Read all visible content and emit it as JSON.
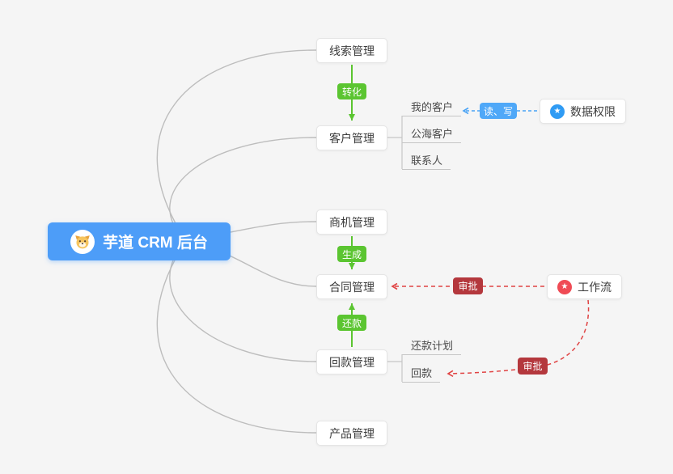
{
  "diagram": {
    "root": {
      "label": "芋道 CRM 后台",
      "icon": "dog-face"
    },
    "branches": [
      {
        "id": "leads",
        "label": "线索管理"
      },
      {
        "id": "customers",
        "label": "客户管理",
        "children": [
          {
            "label": "我的客户"
          },
          {
            "label": "公海客户"
          },
          {
            "label": "联系人"
          }
        ]
      },
      {
        "id": "opportunities",
        "label": "商机管理"
      },
      {
        "id": "contracts",
        "label": "合同管理"
      },
      {
        "id": "receivables",
        "label": "回款管理",
        "children": [
          {
            "label": "还款计划"
          },
          {
            "label": "回款"
          }
        ]
      },
      {
        "id": "products",
        "label": "产品管理"
      }
    ],
    "external_nodes": [
      {
        "id": "data-permission",
        "label": "数据权限",
        "icon": "star"
      },
      {
        "id": "workflow",
        "label": "工作流",
        "icon": "star"
      }
    ],
    "edges": [
      {
        "label": "转化",
        "from": "线索管理",
        "to": "客户管理",
        "style": "green-solid-arrow"
      },
      {
        "label": "生成",
        "from": "商机管理",
        "to": "合同管理",
        "style": "green-solid-arrow"
      },
      {
        "label": "还款",
        "from": "回款管理",
        "to": "合同管理",
        "style": "green-solid-arrow"
      },
      {
        "label": "读、写",
        "from": "数据权限",
        "to": "我的客户",
        "style": "blue-dashed-arrow"
      },
      {
        "label": "审批",
        "from": "工作流",
        "to": "合同管理",
        "style": "red-dashed-arrow"
      },
      {
        "label": "审批",
        "from": "工作流",
        "to": "回款",
        "style": "red-dashed-arrow"
      }
    ],
    "icons": {
      "star": "★"
    },
    "colors": {
      "background": "#F5F5F5",
      "root_bg": "#4D9DF8",
      "edge_green": "#5BC531",
      "edge_blue": "#4AA3F5",
      "badge_red": "#B4383D",
      "edge_red": "#E04343",
      "branch_line": "#BDBDBD"
    }
  }
}
